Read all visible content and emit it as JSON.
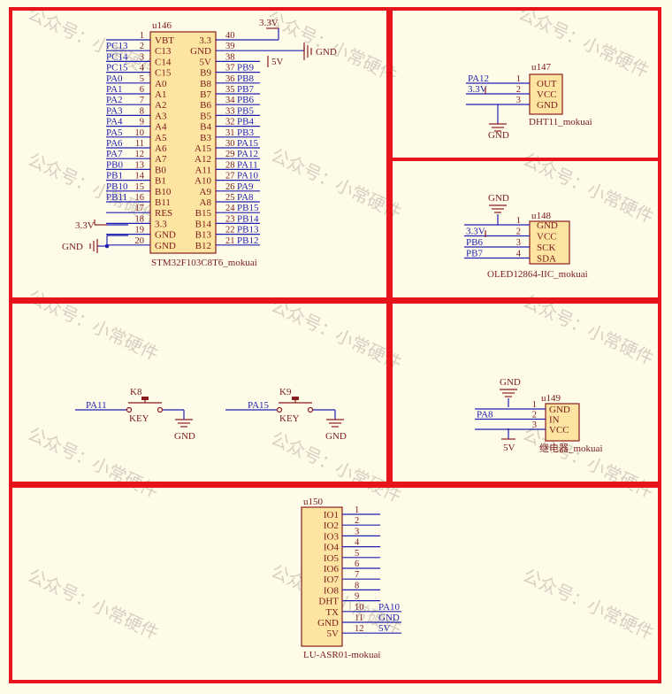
{
  "colors": {
    "background": "#fffbe9",
    "frame": "#e8141c",
    "wire": "#1f1fb0",
    "body_fill": "#fde4a1",
    "body_stroke": "#8a1d1d",
    "text": "#7a1a1a",
    "power": "#8a1d1d",
    "watermark": "#b6aea0"
  },
  "watermark": {
    "text": "公众号：小常硬件"
  },
  "u146": {
    "ref": "u146",
    "part": "STM32F103C8T6_mokuai",
    "left_pins": [
      {
        "num": "1",
        "name": "VBT",
        "net": ""
      },
      {
        "num": "2",
        "name": "C13",
        "net": "PC13"
      },
      {
        "num": "3",
        "name": "C14",
        "net": "PC14"
      },
      {
        "num": "4",
        "name": "C15",
        "net": "PC15"
      },
      {
        "num": "5",
        "name": "A0",
        "net": "PA0"
      },
      {
        "num": "6",
        "name": "A1",
        "net": "PA1"
      },
      {
        "num": "7",
        "name": "A2",
        "net": "PA2"
      },
      {
        "num": "8",
        "name": "A3",
        "net": "PA3"
      },
      {
        "num": "9",
        "name": "A4",
        "net": "PA4"
      },
      {
        "num": "10",
        "name": "A5",
        "net": "PA5"
      },
      {
        "num": "11",
        "name": "A6",
        "net": "PA6"
      },
      {
        "num": "12",
        "name": "A7",
        "net": "PA7"
      },
      {
        "num": "13",
        "name": "B0",
        "net": "PB0"
      },
      {
        "num": "14",
        "name": "B1",
        "net": "PB1"
      },
      {
        "num": "15",
        "name": "B10",
        "net": "PB10"
      },
      {
        "num": "16",
        "name": "B11",
        "net": "PB11"
      },
      {
        "num": "17",
        "name": "RES",
        "net": ""
      },
      {
        "num": "18",
        "name": "3.3",
        "net": ""
      },
      {
        "num": "19",
        "name": "GND",
        "net": ""
      },
      {
        "num": "20",
        "name": "GND",
        "net": ""
      }
    ],
    "right_pins": [
      {
        "num": "40",
        "name": "3.3",
        "net": ""
      },
      {
        "num": "39",
        "name": "GND",
        "net": ""
      },
      {
        "num": "38",
        "name": "5V",
        "net": ""
      },
      {
        "num": "37",
        "name": "B9",
        "net": "PB9"
      },
      {
        "num": "36",
        "name": "B8",
        "net": "PB8"
      },
      {
        "num": "35",
        "name": "B7",
        "net": "PB7"
      },
      {
        "num": "34",
        "name": "B6",
        "net": "PB6"
      },
      {
        "num": "33",
        "name": "B5",
        "net": "PB5"
      },
      {
        "num": "32",
        "name": "B4",
        "net": "PB4"
      },
      {
        "num": "31",
        "name": "B3",
        "net": "PB3"
      },
      {
        "num": "30",
        "name": "A15",
        "net": "PA15"
      },
      {
        "num": "29",
        "name": "A12",
        "net": "PA12"
      },
      {
        "num": "28",
        "name": "A11",
        "net": "PA11"
      },
      {
        "num": "27",
        "name": "A10",
        "net": "PA10"
      },
      {
        "num": "26",
        "name": "A9",
        "net": "PA9"
      },
      {
        "num": "25",
        "name": "A8",
        "net": "PA8"
      },
      {
        "num": "24",
        "name": "B15",
        "net": "PB15"
      },
      {
        "num": "23",
        "name": "B14",
        "net": "PB14"
      },
      {
        "num": "22",
        "name": "B13",
        "net": "PB13"
      },
      {
        "num": "21",
        "name": "B12",
        "net": "PB12"
      }
    ],
    "power_33_left": "3.3V",
    "gnd_left": "GND",
    "power_33_right": "3.3V",
    "gnd_right": "GND",
    "power_5v": "5V"
  },
  "u147": {
    "ref": "u147",
    "part": "DHT11_mokuai",
    "pins": [
      {
        "num": "1",
        "name": "OUT",
        "net": "PA12"
      },
      {
        "num": "2",
        "name": "VCC",
        "net": "3.3V"
      },
      {
        "num": "3",
        "name": "GND",
        "net": ""
      }
    ],
    "gnd": "GND"
  },
  "u148": {
    "ref": "u148",
    "part": "OLED12864-IIC_mokuai",
    "pins": [
      {
        "num": "1",
        "name": "GND",
        "net": ""
      },
      {
        "num": "2",
        "name": "VCC",
        "net": "3.3V"
      },
      {
        "num": "3",
        "name": "SCK",
        "net": "PB6"
      },
      {
        "num": "4",
        "name": "SDA",
        "net": "PB7"
      }
    ],
    "gnd": "GND"
  },
  "k8": {
    "ref": "K8",
    "type": "KEY",
    "net": "PA11",
    "gnd": "GND"
  },
  "k9": {
    "ref": "K9",
    "type": "KEY",
    "net": "PA15",
    "gnd": "GND"
  },
  "u149": {
    "ref": "u149",
    "part": "继电器_mokuai",
    "pins": [
      {
        "num": "1",
        "name": "GND",
        "net": ""
      },
      {
        "num": "2",
        "name": "IN",
        "net": "PA8"
      },
      {
        "num": "3",
        "name": "VCC",
        "net": ""
      }
    ],
    "gnd": "GND",
    "power": "5V"
  },
  "u150": {
    "ref": "u150",
    "part": "LU-ASR01-mokuai",
    "pins": [
      {
        "num": "1",
        "name": "IO1",
        "net": ""
      },
      {
        "num": "2",
        "name": "IO2",
        "net": ""
      },
      {
        "num": "3",
        "name": "IO3",
        "net": ""
      },
      {
        "num": "4",
        "name": "IO4",
        "net": ""
      },
      {
        "num": "5",
        "name": "IO5",
        "net": ""
      },
      {
        "num": "6",
        "name": "IO6",
        "net": ""
      },
      {
        "num": "7",
        "name": "IO7",
        "net": ""
      },
      {
        "num": "8",
        "name": "IO8",
        "net": ""
      },
      {
        "num": "9",
        "name": "DHT",
        "net": ""
      },
      {
        "num": "10",
        "name": "TX",
        "net": "PA10"
      },
      {
        "num": "11",
        "name": "GND",
        "net": "GND"
      },
      {
        "num": "12",
        "name": "5V",
        "net": "5V"
      }
    ]
  }
}
